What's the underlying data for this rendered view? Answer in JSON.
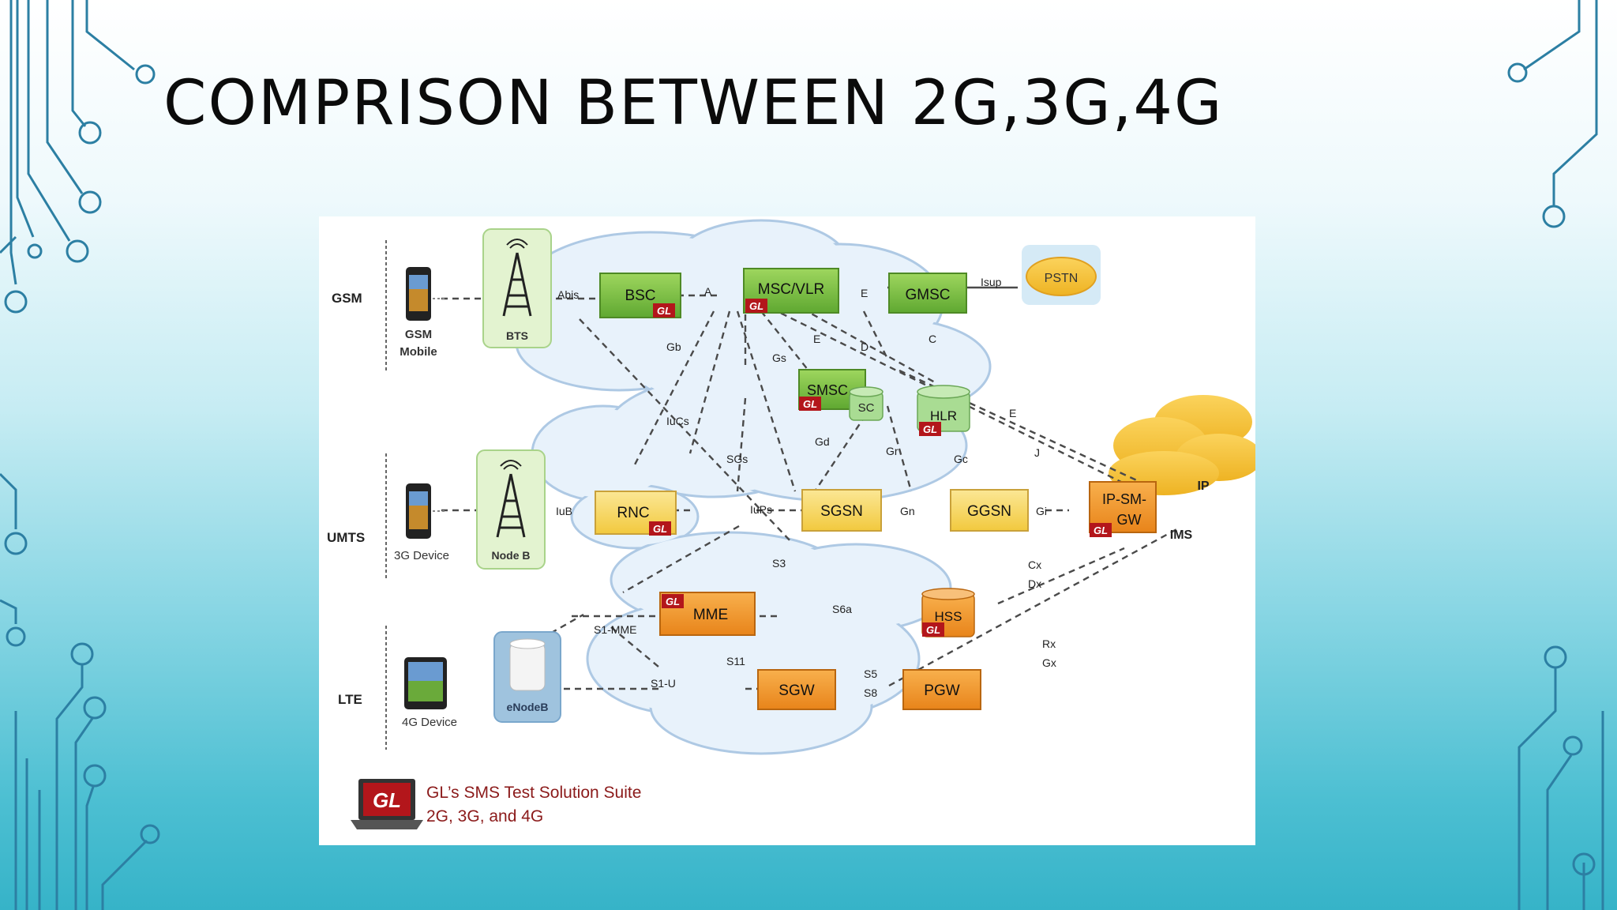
{
  "slide": {
    "title": "COMPRISON BETWEEN 2G,3G,4G"
  },
  "diagram": {
    "rows": {
      "gsm": "GSM",
      "umts": "UMTS",
      "lte": "LTE"
    },
    "devices": {
      "gsm_mobile_line1": "GSM",
      "gsm_mobile_line2": "Mobile",
      "device_3g": "3G Device",
      "device_4g": "4G Device"
    },
    "towers": {
      "bts": "BTS",
      "nodeb": "Node B",
      "enodeb": "eNodeB"
    },
    "nodes": {
      "bsc": "BSC",
      "msc_vlr": "MSC/VLR",
      "gmsc": "GMSC",
      "pstn": "PSTN",
      "smsc": "SMSC",
      "sc": "SC",
      "hlr": "HLR",
      "rnc": "RNC",
      "sgsn": "SGSN",
      "ggsn": "GGSN",
      "ip_sm_gw_line1": "IP-SM-",
      "ip_sm_gw_line2": "GW",
      "ip": "IP",
      "ims": "IMS",
      "mme": "MME",
      "hss": "HSS",
      "sgw": "SGW",
      "pgw": "PGW"
    },
    "interfaces": {
      "abis": "Abis",
      "a": "A",
      "e1": "E",
      "isup": "Isup",
      "gb": "Gb",
      "gs": "Gs",
      "e2": "E",
      "d": "D",
      "c": "C",
      "iucs": "IuCs",
      "sgs": "SGs",
      "gd": "Gd",
      "gr": "Gr",
      "gc": "Gc",
      "e3": "E",
      "j": "J",
      "iub": "IuB",
      "iups": "IuPs",
      "gn": "Gn",
      "gi": "Gi",
      "s3": "S3",
      "cx": "Cx",
      "dx": "Dx",
      "s1_mme": "S1-MME",
      "s6a": "S6a",
      "s11": "S11",
      "rx": "Rx",
      "gx": "Gx",
      "s1_u": "S1-U",
      "s5": "S5",
      "s8": "S8"
    },
    "gl_badge": "GL",
    "footer": {
      "logo": "GL",
      "line1": "GL’s SMS Test Solution Suite",
      "line2": "2G, 3G, and 4G"
    },
    "colors": {
      "green_node": "#7cc142",
      "yellow_node": "#f6d55c",
      "orange_node": "#f39a2b",
      "cloud": "#e7f1fb",
      "gl_badge": "#b3161b"
    }
  }
}
